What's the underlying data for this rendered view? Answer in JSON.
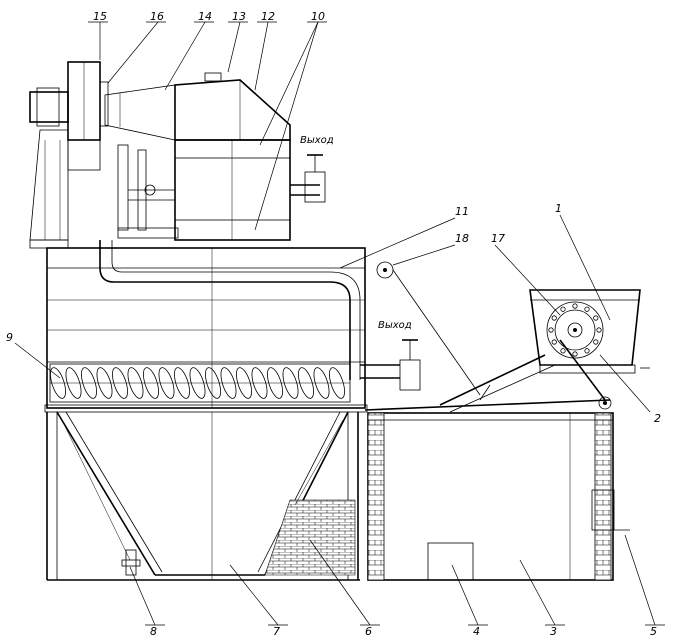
{
  "labels": {
    "callouts": [
      "1",
      "2",
      "3",
      "4",
      "5",
      "6",
      "7",
      "8",
      "9",
      "10",
      "11",
      "12",
      "13",
      "14",
      "15",
      "16",
      "17",
      "18"
    ],
    "outlet_top": "Выход",
    "outlet_bottom": "Выход"
  }
}
